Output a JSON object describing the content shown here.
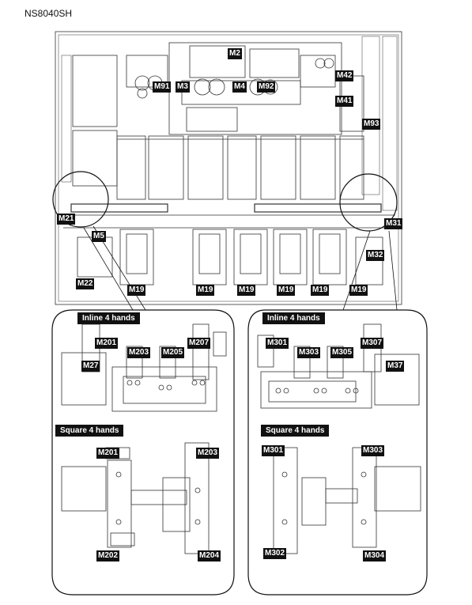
{
  "title": "NS8040SH",
  "panels": {
    "left_top": "Inline 4 hands",
    "left_bottom": "Square 4 hands",
    "right_top": "Inline 4 hands",
    "right_bottom": "Square 4 hands"
  },
  "labels": {
    "m2": "M2",
    "m91": "M91",
    "m3": "M3",
    "m4": "M4",
    "m92": "M92",
    "m42": "M42",
    "m41": "M41",
    "m93": "M93",
    "m21": "M21",
    "m5": "M5",
    "m31": "M31",
    "m32": "M32",
    "m22": "M22",
    "m19": "M19",
    "m201": "M201",
    "m203": "M203",
    "m205": "M205",
    "m207": "M207",
    "m27": "M27",
    "m301": "M301",
    "m303": "M303",
    "m305": "M305",
    "m307": "M307",
    "m37": "M37",
    "m202": "M202",
    "m204": "M204",
    "m302": "M302",
    "m304": "M304"
  }
}
